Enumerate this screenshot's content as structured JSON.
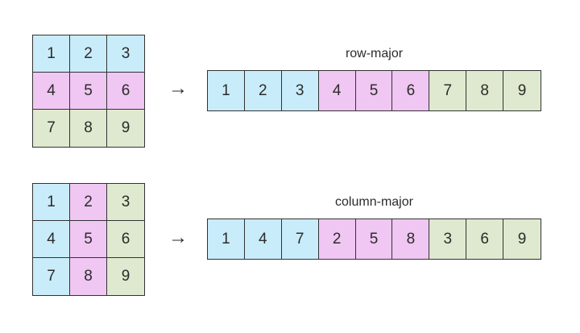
{
  "palette": {
    "blue": "#c9ecfa",
    "pink": "#f0c6f2",
    "green": "#dfe9cf",
    "border": "#333333",
    "text": "#2b2b2b",
    "background": "#ffffff"
  },
  "arrow_glyph": "→",
  "row_major": {
    "label": "row-major",
    "grid_cells": [
      "1",
      "2",
      "3",
      "4",
      "5",
      "6",
      "7",
      "8",
      "9"
    ],
    "grid_cell_colors": [
      "blue",
      "blue",
      "blue",
      "pink",
      "pink",
      "pink",
      "green",
      "green",
      "green"
    ],
    "array_cells": [
      "1",
      "2",
      "3",
      "4",
      "5",
      "6",
      "7",
      "8",
      "9"
    ],
    "array_cell_colors": [
      "blue",
      "blue",
      "blue",
      "pink",
      "pink",
      "pink",
      "green",
      "green",
      "green"
    ]
  },
  "column_major": {
    "label": "column-major",
    "grid_cells": [
      "1",
      "2",
      "3",
      "4",
      "5",
      "6",
      "7",
      "8",
      "9"
    ],
    "grid_cell_colors": [
      "blue",
      "pink",
      "green",
      "blue",
      "pink",
      "green",
      "blue",
      "pink",
      "green"
    ],
    "array_cells": [
      "1",
      "4",
      "7",
      "2",
      "5",
      "8",
      "3",
      "6",
      "9"
    ],
    "array_cell_colors": [
      "blue",
      "blue",
      "blue",
      "pink",
      "pink",
      "pink",
      "green",
      "green",
      "green"
    ]
  }
}
